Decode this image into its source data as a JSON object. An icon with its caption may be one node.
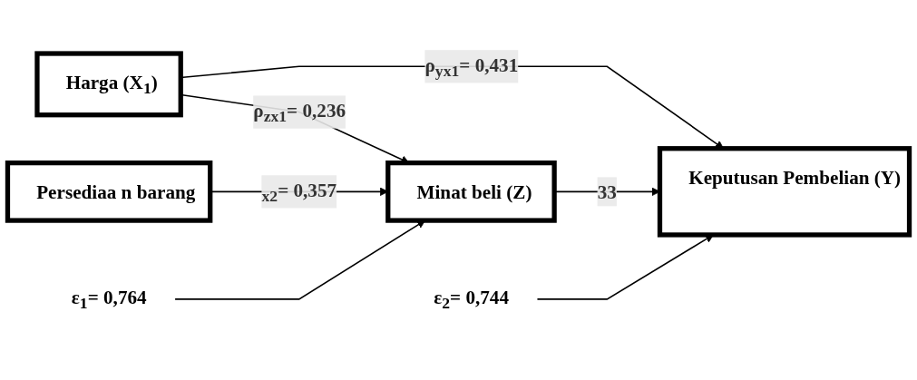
{
  "diagram": {
    "nodes": [
      {
        "text": [
          "Harga (X$_{1}$)"
        ]
      },
      {
        "text": [
          "Persediaa n barang"
        ]
      },
      {
        "text": [
          "Minat beli (Z)"
        ]
      },
      {
        "text": [
          "Keputusan Pembelian (Y)"
        ]
      },
      {
        "text": [
          "ε$_{1}$= 0,764"
        ]
      },
      {
        "text": [
          "ε$_{2}$= 0,744"
        ]
      }
    ],
    "edges": [
      {
        "from": 0,
        "to": 2,
        "arrow": "to",
        "label": "ρ$_{zx1}$= 0,236"
      },
      {
        "from": 0,
        "to": 3,
        "arrow": "to",
        "label": "ρ$_{yx1}$= 0,431"
      },
      {
        "from": 1,
        "to": 2,
        "arrow": "to",
        "label": "$_{x2}$= 0,357"
      },
      {
        "from": 2,
        "to": 3,
        "arrow": "to",
        "label": "33"
      },
      {
        "from": 4,
        "to": 2,
        "arrow": "to"
      },
      {
        "from": 5,
        "to": 3,
        "arrow": "to"
      }
    ]
  }
}
